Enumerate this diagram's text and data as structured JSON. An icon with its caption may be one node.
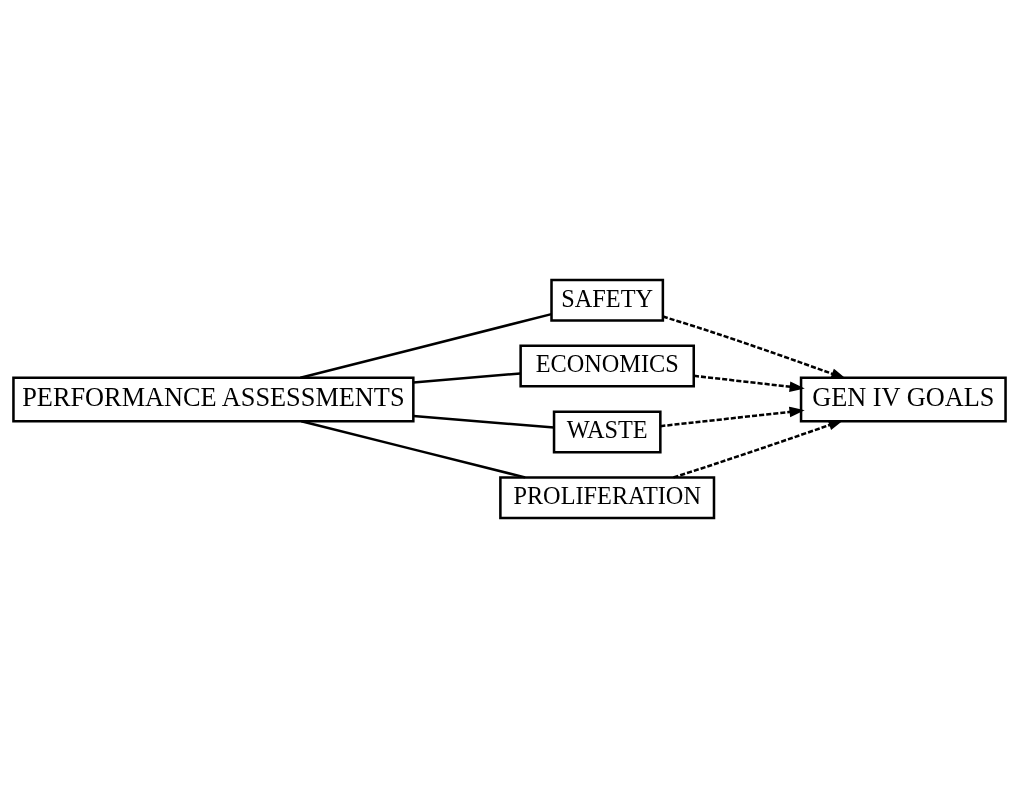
{
  "diagram": {
    "nodes": [
      {
        "text": [
          "PERFORMANCE ASSESSMENTS"
        ]
      },
      {
        "text": [
          "SAFETY"
        ]
      },
      {
        "text": [
          "ECONOMICS"
        ]
      },
      {
        "text": [
          "WASTE"
        ]
      },
      {
        "text": [
          "PROLIFERATION"
        ]
      },
      {
        "text": [
          "GEN IV GOALS"
        ]
      }
    ],
    "edges": [
      {
        "from": 0,
        "to": 1,
        "arrow": "none"
      },
      {
        "from": 0,
        "to": 2,
        "arrow": "none"
      },
      {
        "from": 0,
        "to": 3,
        "arrow": "none"
      },
      {
        "from": 0,
        "to": 4,
        "arrow": "none"
      },
      {
        "from": 1,
        "to": 5,
        "arrow": "to",
        "style": "dashed"
      },
      {
        "from": 2,
        "to": 5,
        "arrow": "to",
        "style": "dashed"
      },
      {
        "from": 3,
        "to": 5,
        "arrow": "to",
        "style": "dashed"
      },
      {
        "from": 4,
        "to": 5,
        "arrow": "to",
        "style": "dashed"
      }
    ]
  }
}
